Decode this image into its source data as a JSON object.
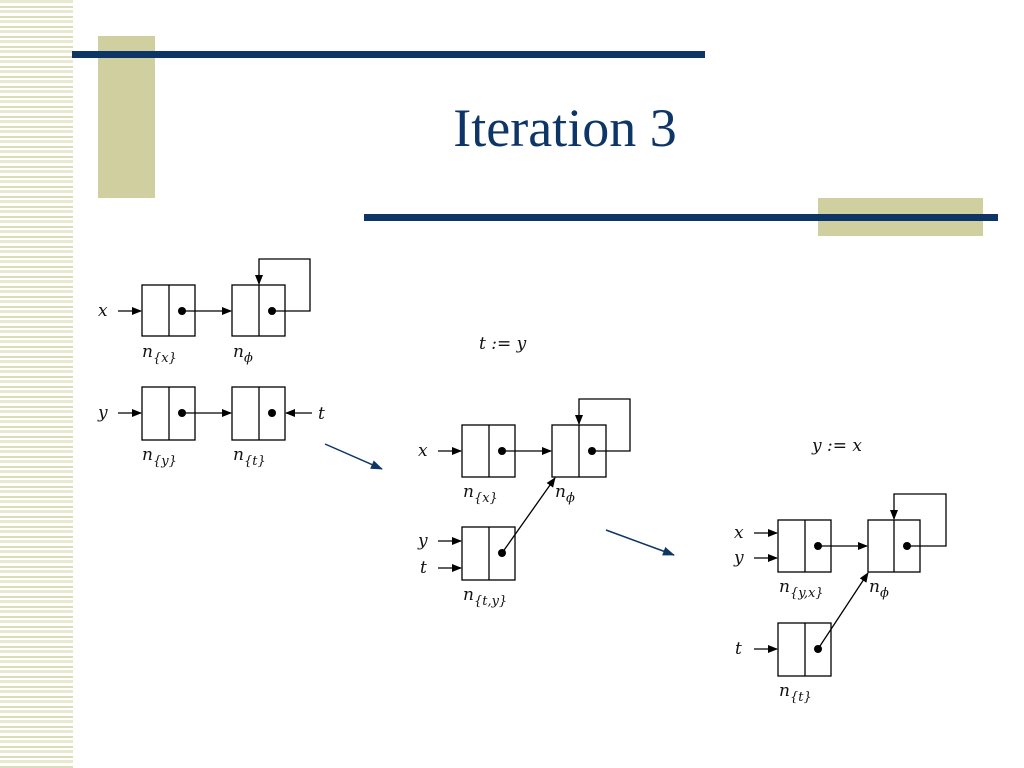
{
  "slide": {
    "title": "Iteration 3",
    "accent_color": "#0d3566",
    "tan_color": "#cfcfa0"
  },
  "diagram": {
    "stage1": {
      "nodes": [
        "n{x}",
        "nϕ",
        "n{y}",
        "n{t}"
      ],
      "variables": [
        "x",
        "y",
        "t"
      ],
      "labels": {
        "n_x_base": "n",
        "n_x_sub": "{x}",
        "n_phi_base": "n",
        "n_phi_sub": "ϕ",
        "n_y_base": "n",
        "n_y_sub": "{y}",
        "n_t_base": "n",
        "n_t_sub": "{t}"
      }
    },
    "stage2": {
      "statement": "t := y",
      "labels": {
        "n_x_base": "n",
        "n_x_sub": "{x}",
        "n_phi_base": "n",
        "n_phi_sub": "ϕ",
        "n_ty_base": "n",
        "n_ty_sub": "{t,y}"
      },
      "variables": [
        "x",
        "y",
        "t"
      ]
    },
    "stage3": {
      "statement": "y := x",
      "labels": {
        "n_yx_base": "n",
        "n_yx_sub": "{y,x}",
        "n_phi_base": "n",
        "n_phi_sub": "ϕ",
        "n_t_base": "n",
        "n_t_sub": "{t}"
      },
      "variables": [
        "x",
        "y",
        "t"
      ]
    }
  }
}
